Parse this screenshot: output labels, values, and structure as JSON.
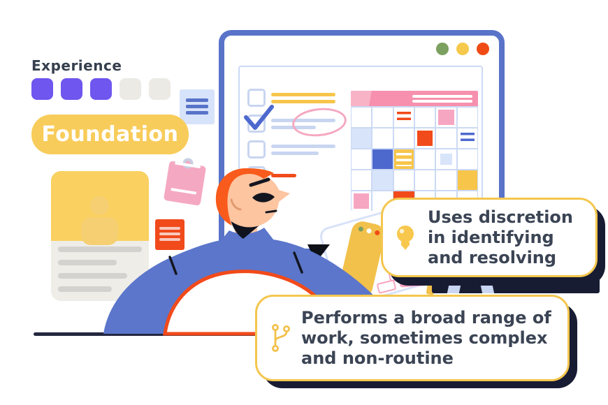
{
  "experience": {
    "label": "Experience",
    "filled_levels": 3,
    "total_levels": 5
  },
  "level_badge": {
    "label": "Foundation"
  },
  "callouts": [
    {
      "icon": "lightbulb-icon",
      "lines": [
        "Uses discretion",
        "in identifying",
        "and resolving"
      ]
    },
    {
      "icon": "git-branch-icon",
      "lines": [
        "Performs a broad range of",
        "work, sometimes complex",
        "and non-routine"
      ]
    }
  ],
  "monitor": {
    "traffic_lights": [
      "green",
      "yellow",
      "red"
    ]
  },
  "illustration": {
    "checklist": {
      "items": [
        {
          "checked": false,
          "line_color": "yellow",
          "line_widths": [
            92,
            92
          ]
        },
        {
          "checked": true,
          "line_color": "lightblue",
          "line_widths": [
            92,
            64
          ],
          "annotation": "pink-ellipse"
        },
        {
          "checked": false,
          "line_color": "lightblue",
          "line_widths": [
            92,
            68
          ]
        },
        {
          "checked": false,
          "line_color": "orange",
          "line_widths": [
            36
          ]
        }
      ]
    },
    "calendar": {
      "columns": 6,
      "rows": 5,
      "cells": [
        {
          "r": 1,
          "c": 3,
          "type": "orange-lines"
        },
        {
          "r": 1,
          "c": 5,
          "type": "pink"
        },
        {
          "r": 2,
          "c": 1,
          "type": "lightblue-fill"
        },
        {
          "r": 2,
          "c": 4,
          "type": "orange"
        },
        {
          "r": 2,
          "c": 6,
          "type": "blue-lines"
        },
        {
          "r": 3,
          "c": 2,
          "type": "blue-fill"
        },
        {
          "r": 3,
          "c": 3,
          "type": "yellow-lines"
        },
        {
          "r": 3,
          "c": 5,
          "type": "lightblue-small"
        },
        {
          "r": 4,
          "c": 2,
          "type": "lightblue-fill"
        },
        {
          "r": 4,
          "c": 6,
          "type": "yellow"
        },
        {
          "r": 5,
          "c": 1,
          "type": "pink"
        },
        {
          "r": 5,
          "c": 3,
          "type": "orange-bar"
        }
      ]
    }
  },
  "colors": {
    "purple": "#6E56EE",
    "square_gray": "#EBEAE5",
    "yellow": "#F8CC5A",
    "callout_border": "#F3C64E",
    "navy_text": "#3B4454",
    "navy_dark": "#181C33",
    "blue": "#5873C8",
    "panel_border": "#D8E2F8",
    "grid_blue": "#CBD9F4",
    "pink": "#F7A6C1",
    "pink_header": "#F690AE",
    "orange": "#F14A1B",
    "yellow_cell": "#F7C54A",
    "blue_cell": "#4E69CE",
    "lightblue_cell": "#D8E4FA",
    "green": "#7CA05F",
    "red_dot": "#F04B15",
    "skin": "#FDC5A0",
    "hair": "#F85B1B",
    "body_blue": "#5B76CB",
    "desk_line": "#23273F",
    "card_gray": "#EFEDE8",
    "card_line": "#D3D2CE",
    "sil_yellow": "#F5CF72",
    "line_lightblue": "#C8D5F0",
    "note_blue": "#D7E3FA",
    "sticky_line": "#F8C9BE"
  }
}
